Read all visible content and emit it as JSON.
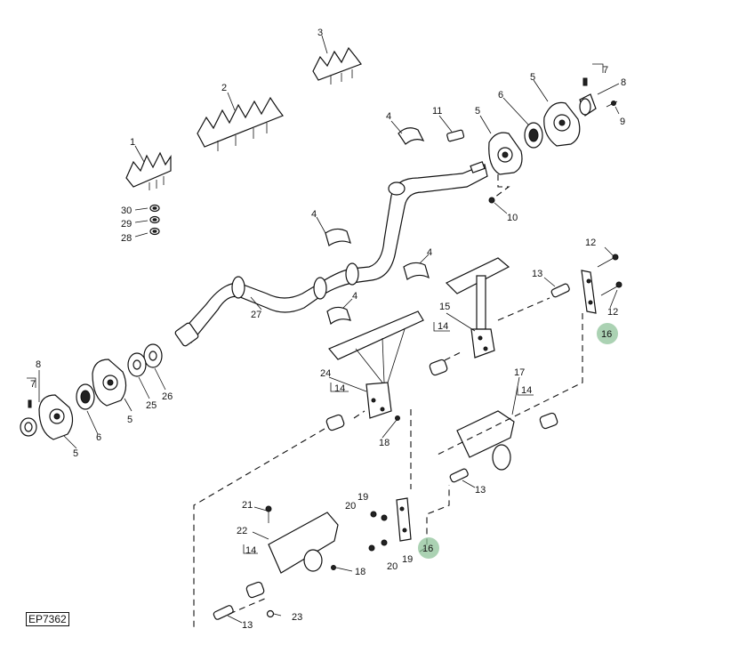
{
  "figure_code": "EP7362",
  "highlight_color": "#8fc39a",
  "callouts": {
    "c1": "1",
    "c2": "2",
    "c3": "3",
    "c4a": "4",
    "c4b": "4",
    "c4c": "4",
    "c4d": "4",
    "c5a": "5",
    "c5b": "5",
    "c5c": "5",
    "c5d": "5",
    "c6a": "6",
    "c6b": "6",
    "c7a": "7",
    "c7b": "7",
    "c8a": "8",
    "c8b": "8",
    "c9": "9",
    "c10": "10",
    "c11": "11",
    "c12a": "12",
    "c12b": "12",
    "c13a": "13",
    "c13b": "13",
    "c13c": "13",
    "c14a": "14",
    "c14b": "14",
    "c14c": "14",
    "c14d": "14",
    "c15": "15",
    "c16a": "16",
    "c16b": "16",
    "c17": "17",
    "c18a": "18",
    "c18b": "18",
    "c19a": "19",
    "c19b": "19",
    "c20a": "20",
    "c20b": "20",
    "c21": "21",
    "c22": "22",
    "c23": "23",
    "c24": "24",
    "c25": "25",
    "c26": "26",
    "c27": "27",
    "c28": "28",
    "c29": "29",
    "c30": "30"
  }
}
